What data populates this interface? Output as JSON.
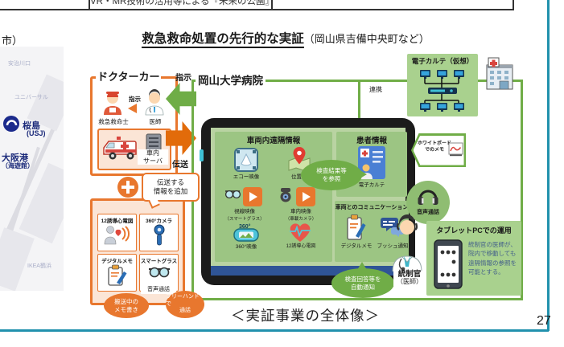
{
  "page": {
    "number": "27",
    "caption": "＜実証事業の全体像＞"
  },
  "top_table": {
    "cell_text": "VR・MR技術の活用等による『未来の公園』"
  },
  "header": {
    "left_partial": "市）",
    "title": "救急救命処置の先行的な実証",
    "subtitle": "（岡山県吉備中央町など）"
  },
  "map": {
    "station": "安治川口",
    "universal": "ユニバーサル",
    "sakurajima": "桜島",
    "usj": "(USJ)",
    "osakako": "大阪港",
    "kaiyukan": "（海遊館）",
    "ikea": "IKEA鶴浜"
  },
  "doctor_car": {
    "title": "ドクターカー",
    "paramedic": "救急救命士",
    "doctor": "医師",
    "inner_instruction": "指示",
    "server_line1": "車内",
    "server_line2": "サーバ"
  },
  "flows": {
    "instruction": "指示",
    "transmission": "伝送",
    "linkage": "連携"
  },
  "add_devices": {
    "bubble_line1": "伝送する",
    "bubble_line2": "情報を追加",
    "items": [
      {
        "label": "12誘導心電図"
      },
      {
        "label": "360°カメラ"
      },
      {
        "label": "デジタルメモ"
      },
      {
        "label": "スマートグラス"
      }
    ],
    "voice_call": "音声通話",
    "memo_bubble_line1": "搬送中の",
    "memo_bubble_line2": "メモ書き",
    "freehand_line1": "フリーハンドで",
    "freehand_line2": "通話"
  },
  "hospital": {
    "title": "岡山大学病院"
  },
  "ehr_virtual": {
    "title": "電子カルテ（仮想）"
  },
  "screen": {
    "vehicle_panel": {
      "title": "車両内遠隔情報",
      "items": [
        {
          "label": "エコー映像",
          "sub": ""
        },
        {
          "label": "位置情報",
          "sub": ""
        },
        {
          "label": "視線映像",
          "sub": "（スマートグラス）"
        },
        {
          "label": "車内映像",
          "sub": "（車載カメラ）"
        },
        {
          "label": "360°映像",
          "sub": ""
        },
        {
          "label": "12誘導心電図",
          "sub": ""
        }
      ]
    },
    "patient_panel": {
      "title": "患者情報",
      "item": "電子カルテ"
    },
    "comm_panel": {
      "title": "車両とのコミュニケーション",
      "items": [
        {
          "label": "デジタルメモ"
        },
        {
          "label": "プッシュ通知"
        }
      ]
    }
  },
  "bubbles": {
    "refer_line1": "検査結果等",
    "refer_line2": "を参照",
    "notify_line1": "検査回答等を",
    "notify_line2": "自動通知"
  },
  "right_side": {
    "whiteboard_line1": "ホワイトボード",
    "whiteboard_line2": "でのメモ",
    "voice_call": "音声通話",
    "controller_line1": "統制官",
    "controller_line2": "（医師）",
    "tablet_box": {
      "title": "タブレットPCでの運用",
      "desc": "統制官の医師が、\n院内で移動しても\n遠隔情報の参照を\n可能とする。"
    }
  },
  "colors": {
    "orange": "#e8772e",
    "green": "#70ad47",
    "teal_border": "#2191ad",
    "navy": "#1b2a7a",
    "dark_blue_bar": "#2f5496",
    "panel_green": "#9cc583"
  }
}
